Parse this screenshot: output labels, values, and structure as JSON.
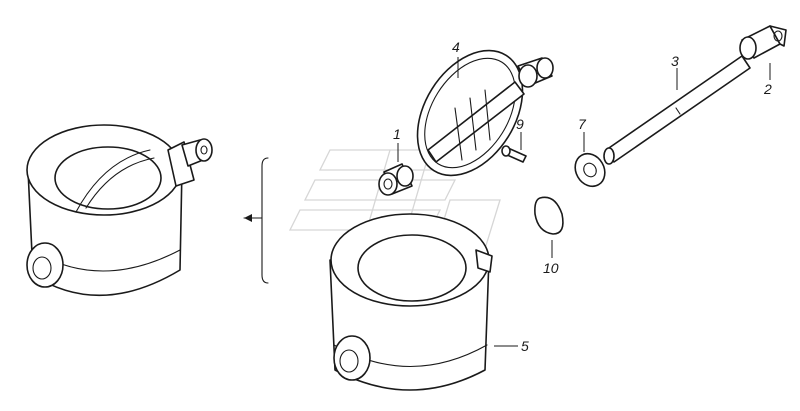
{
  "callouts": {
    "c1": "1",
    "c2": "2",
    "c3": "3",
    "c4": "4",
    "c5": "5",
    "c7": "7",
    "c9": "9",
    "c10": "10"
  },
  "colors": {
    "line": "#1a1a1a",
    "background": "#ffffff",
    "watermark": "#d6d6d6"
  }
}
